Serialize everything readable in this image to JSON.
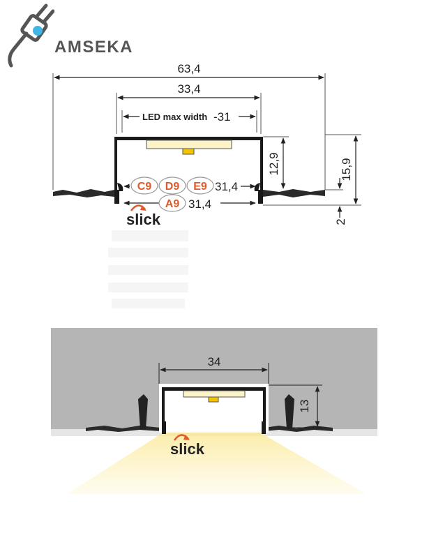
{
  "logo": {
    "brand": "AMSEKA",
    "icon": "plug-icon",
    "accent": "#3fb6e8"
  },
  "top_drawing": {
    "dim_overall_width": "63,4",
    "dim_profile_width": "33,4",
    "led_label": "LED max width",
    "led_value": "-31",
    "dim_inner_height": "12,9",
    "dim_total_height": "15,9",
    "dim_flange": "2",
    "cover_codes": [
      "C9",
      "D9",
      "E9"
    ],
    "cover_width_1": "31,4",
    "cover_code_alt": "A9",
    "cover_width_2": "31,4",
    "slick_text": "slick"
  },
  "bottom_drawing": {
    "dim_width": "34",
    "dim_height": "13",
    "slick_text": "slick"
  },
  "colors": {
    "badge_text": "#e05a2b",
    "slick_accent": "#e05a2b",
    "light": "#fde9a0",
    "wall": "#b5b5b5"
  }
}
